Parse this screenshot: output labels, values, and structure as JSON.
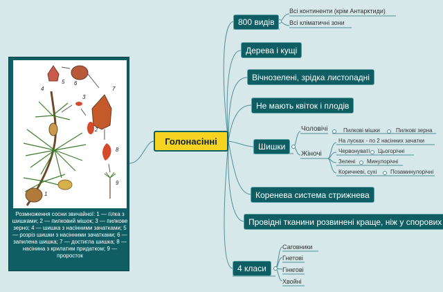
{
  "center": {
    "label": "Голонасінні"
  },
  "illustration": {
    "numbers": [
      "1",
      "2",
      "3",
      "4",
      "5",
      "6",
      "7",
      "8",
      "9"
    ],
    "caption": "Розмноження сосни звичайної: 1 — гілка з шишками; 2 — пилковий мішок; 3 — пилкове зерно; 4 — шишка з насінними зачатками; 5 — розріз шишки з насінними зачатками; 6 — запилена шишка; 7 — достигла шишка; 8 — насінина з крилатим придатком; 9 — проросток"
  },
  "branches": {
    "species": {
      "label": "800 видів",
      "children": [
        "Всі континенти (крім Антарктиди)",
        "Всі кліматичні зони"
      ]
    },
    "forms": {
      "label": "Дерева і кущі"
    },
    "leaves": {
      "label": "Вічнозелені, зрідка листопадні"
    },
    "flowers": {
      "label": "Не мають квіток і плодів"
    },
    "cones": {
      "label": "Шишки",
      "male": {
        "label": "Чоловічі",
        "items": [
          "Пилкові мішки",
          "Пилкові зерна"
        ]
      },
      "female": {
        "label": "Жіночі",
        "items": [
          "На лусках - по 2 насінних зачатки",
          "Червонуваті",
          "Цьогорічні",
          "Зелені",
          "Минулорічні",
          "Коричневі, сухі",
          "Позаминулорічні"
        ]
      }
    },
    "root": {
      "label": "Коренева система стрижнева"
    },
    "tissue": {
      "label": "Провідні тканини розвинені краще, ніж у спорових"
    },
    "classes": {
      "label": "4 класи",
      "items": [
        "Саговники",
        "Гнетові",
        "Гінкгові",
        "Хвойні"
      ]
    }
  },
  "colors": {
    "background": "#d6e8ea",
    "node": "#0f5e63",
    "center": "#f5d320",
    "line": "#4f8f95"
  }
}
